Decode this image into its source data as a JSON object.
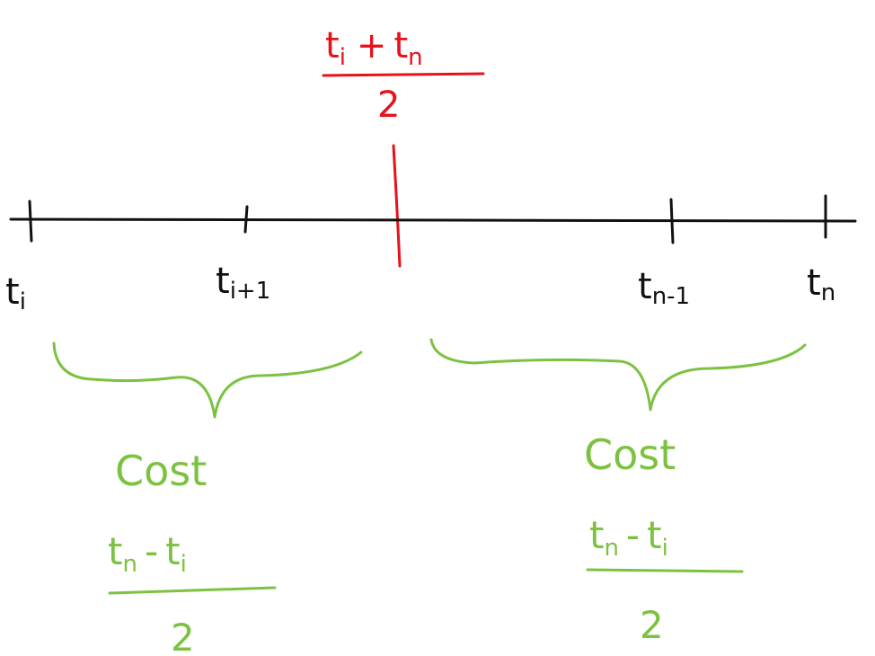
{
  "colors": {
    "ink": "#111111",
    "red": "#e8101a",
    "green": "#7cc242"
  },
  "midpoint": {
    "numerator_base1": "t",
    "numerator_sub1": "i",
    "numerator_op": "+",
    "numerator_base2": "t",
    "numerator_sub2": "n",
    "denominator": "2"
  },
  "ticks": [
    {
      "base": "t",
      "sub": "i"
    },
    {
      "base": "t",
      "sub": "i+1"
    },
    {
      "base": "t",
      "sub": "n-1"
    },
    {
      "base": "t",
      "sub": "n"
    }
  ],
  "left_group": {
    "label": "Cost",
    "num_base1": "t",
    "num_sub1": "n",
    "num_op": "-",
    "num_base2": "t",
    "num_sub2": "i",
    "denominator": "2"
  },
  "right_group": {
    "label": "Cost",
    "num_base1": "t",
    "num_sub1": "n",
    "num_op": "-",
    "num_base2": "t",
    "num_sub2": "i",
    "denominator": "2"
  }
}
